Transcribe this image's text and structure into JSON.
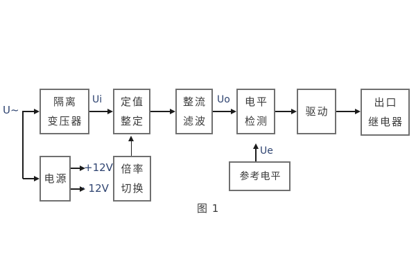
{
  "figure": {
    "caption": "图 1",
    "input_label": "U~",
    "signal_labels": {
      "ui": "Ui",
      "uo": "Uo",
      "ue": "Ue",
      "plus12v": "+12V",
      "minus12v": "· 12V"
    },
    "boxes": {
      "isolation_transformer": {
        "line1": "隔离",
        "line2": "变压器"
      },
      "setpoint_adjust": {
        "line1": "定值",
        "line2": "整定"
      },
      "rectifier_filter": {
        "line1": "整流",
        "line2": "滤波"
      },
      "level_detector": {
        "line1": "电平",
        "line2": "检测"
      },
      "driver": {
        "label": "驱动"
      },
      "output_relay": {
        "line1": "出口",
        "line2": "继电器"
      },
      "power_supply": {
        "label": "电源"
      },
      "multiplier_switch": {
        "line1": "倍率",
        "line2": "切换"
      },
      "reference_level": {
        "label": "参考电平"
      }
    },
    "colors": {
      "background": "#ffffff",
      "box_border": "#6f6f6f",
      "box_text": "#3a3a3a",
      "signal_text": "#2e4370",
      "line": "#1c1c1c"
    }
  }
}
